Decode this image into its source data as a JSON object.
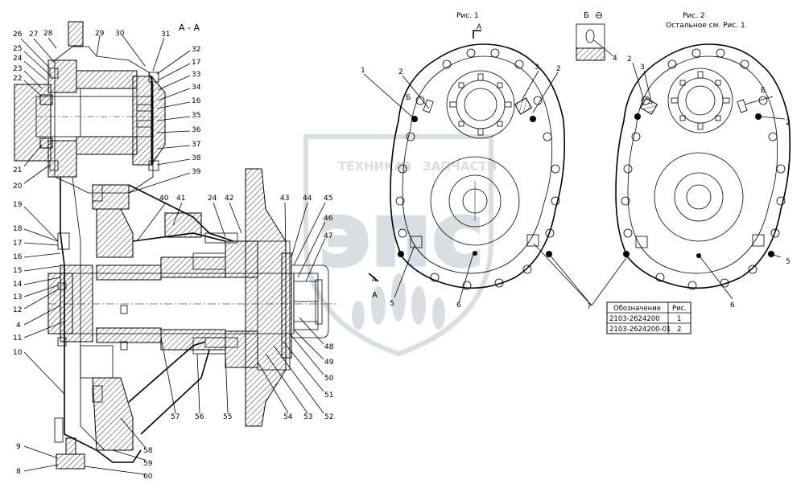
{
  "section_title": "А - А",
  "fig1": {
    "title": "Рис. 1"
  },
  "fig2": {
    "title": "Рис. 2",
    "subtitle": "Остальное см. Рис. 1"
  },
  "view_b_label": "Б",
  "section_mark": "А",
  "watermark": {
    "line1": "ТЕХНИКА",
    "line2": "ЗАПЧАСТИ",
    "logo": "эпс"
  },
  "callouts_left": [
    "26",
    "27",
    "28",
    "29",
    "30",
    "31",
    "32",
    "17",
    "33",
    "34",
    "16",
    "35",
    "36",
    "37",
    "38",
    "39",
    "25",
    "24",
    "23",
    "22",
    "21",
    "20",
    "19",
    "18",
    "17",
    "16",
    "15",
    "14",
    "13",
    "12",
    "4",
    "11",
    "10",
    "9",
    "8",
    "40",
    "41",
    "24",
    "42",
    "43",
    "44",
    "45",
    "46",
    "47",
    "48",
    "49",
    "50",
    "51",
    "52",
    "53",
    "54",
    "55",
    "56",
    "57",
    "58",
    "59",
    "60"
  ],
  "callouts_fig1": [
    "1",
    "2",
    "Б",
    "3",
    "2",
    "4",
    "5",
    "6",
    "7"
  ],
  "callouts_fig2": [
    "2",
    "3",
    "Б",
    "2",
    "5",
    "6"
  ],
  "table": {
    "headers": [
      "Обозначение",
      "Рис."
    ],
    "rows": [
      [
        "2103-2624200",
        "1"
      ],
      [
        "2103-2624200-01",
        "2"
      ]
    ]
  }
}
